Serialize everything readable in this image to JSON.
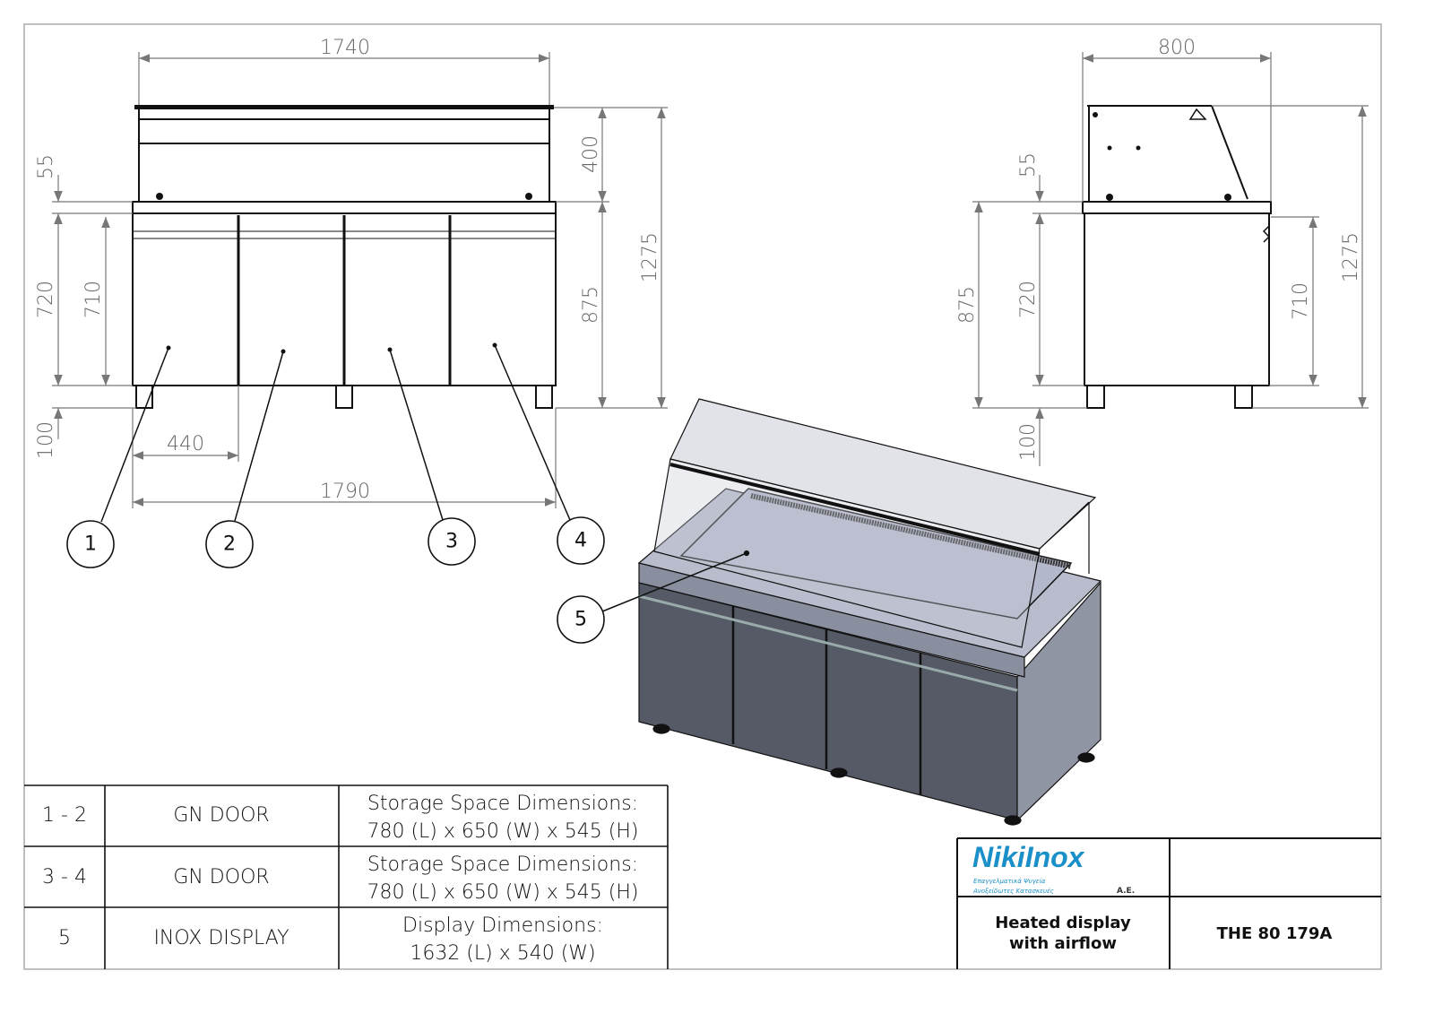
{
  "front_view": {
    "dims": {
      "width_top": "1740",
      "width_bottom": "1790",
      "door_width": "440",
      "top_gap": "55",
      "body_height": "720",
      "door_height": "710",
      "leg_height": "100",
      "canopy_height": "400",
      "counter_height": "875",
      "total_height": "1275"
    },
    "balloons": [
      "1",
      "2",
      "3",
      "4"
    ]
  },
  "side_view": {
    "dims": {
      "depth": "800",
      "top_gap": "55",
      "counter_height": "875",
      "body_height": "720",
      "leg_height": "100",
      "door_height": "710",
      "total_height": "1275"
    }
  },
  "iso_view": {
    "balloon": "5"
  },
  "parts_table": [
    {
      "id": "1 - 2",
      "name": "GN DOOR",
      "desc1": "Storage Space Dimensions:",
      "desc2": "780 (L) x 650 (W) x 545 (H)"
    },
    {
      "id": "3 - 4",
      "name": "GN DOOR",
      "desc1": "Storage Space Dimensions:",
      "desc2": "780 (L) x 650 (W) x 545 (H)"
    },
    {
      "id": "5",
      "name": "INOX DISPLAY",
      "desc1": "Display Dimensions:",
      "desc2": "1632 (L) x 540 (W)"
    }
  ],
  "title_block": {
    "logo_text": "NikiInox",
    "logo_sub1": "Επαγγελματικά Ψυγεία",
    "logo_sub2": "Ανοξείδωτες Κατασκευές",
    "logo_suffix": "A.E.",
    "title_line1": "Heated display",
    "title_line2": "with airflow",
    "code": "THE 80 179A"
  },
  "colors": {
    "logo_blue": "#1a8fc8",
    "iso_body": "#555a66",
    "iso_top": "#b8bccc",
    "dim": "#666666"
  }
}
